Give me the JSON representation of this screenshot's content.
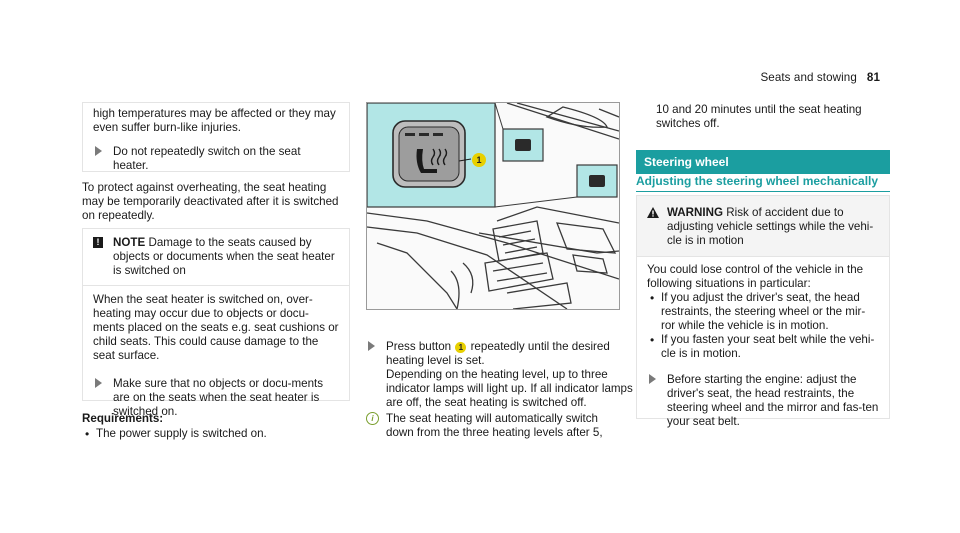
{
  "header": {
    "section": "Seats and stowing",
    "page": "81"
  },
  "col1": {
    "box1_text": "high temperatures may be affected or they may even suffer burn-like injuries.",
    "box1_step": "Do not repeatedly switch on the seat heater.",
    "para": "To protect against overheating, the seat heating may be temporarily deactivated after it is switched on repeatedly.",
    "note_icon": "!",
    "note_title": "NOTE",
    "note_title_text": "Damage to the seats caused by objects or documents when the seat heater is switched on",
    "note_body": "When the seat heater is switched on, over-heating may occur due to objects or docu-ments placed on the seats e.g. seat cushions or child seats. This could cause damage to the seat surface.",
    "note_step": "Make sure that no objects or docu-ments are on the seats when the seat heater is switched on.",
    "req_title": "Requirements:",
    "req_item": "The power supply is switched on."
  },
  "col2": {
    "callout_number": "1",
    "step_pre": "Press button",
    "step_post": "repeatedly until the desired heating level is set.",
    "step_rest": "Depending on the heating level, up to three indicator lamps will light up. If all indicator lamps are off, the seat heating is switched off.",
    "info_icon": "i",
    "info": "The seat heating will automatically switch down from the three heating levels after 5,"
  },
  "col3": {
    "cont": "10 and 20 minutes until the seat heating switches off.",
    "section_title": "Steering wheel",
    "sub_title": "Adjusting the steering wheel mechanically",
    "warn_title": "WARNING",
    "warn_title_text": "Risk of accident due to adjusting vehicle settings while the vehi-cle is in motion",
    "warn_body": "You could lose control of the vehicle in the following situations in particular:",
    "warn_items": [
      "If you adjust the driver's seat, the head restraints, the steering wheel or the mir-ror while the vehicle is in motion.",
      "If you fasten your seat belt while the vehi-cle is in motion."
    ],
    "warn_step": "Before starting the engine: adjust the driver's seat, the head restraints, the steering wheel and the mirror and fas-ten your seat belt."
  },
  "colors": {
    "teal": "#1b9ea0",
    "callout_yellow": "#e8d000",
    "figure_highlight": "#b2e6e6"
  }
}
